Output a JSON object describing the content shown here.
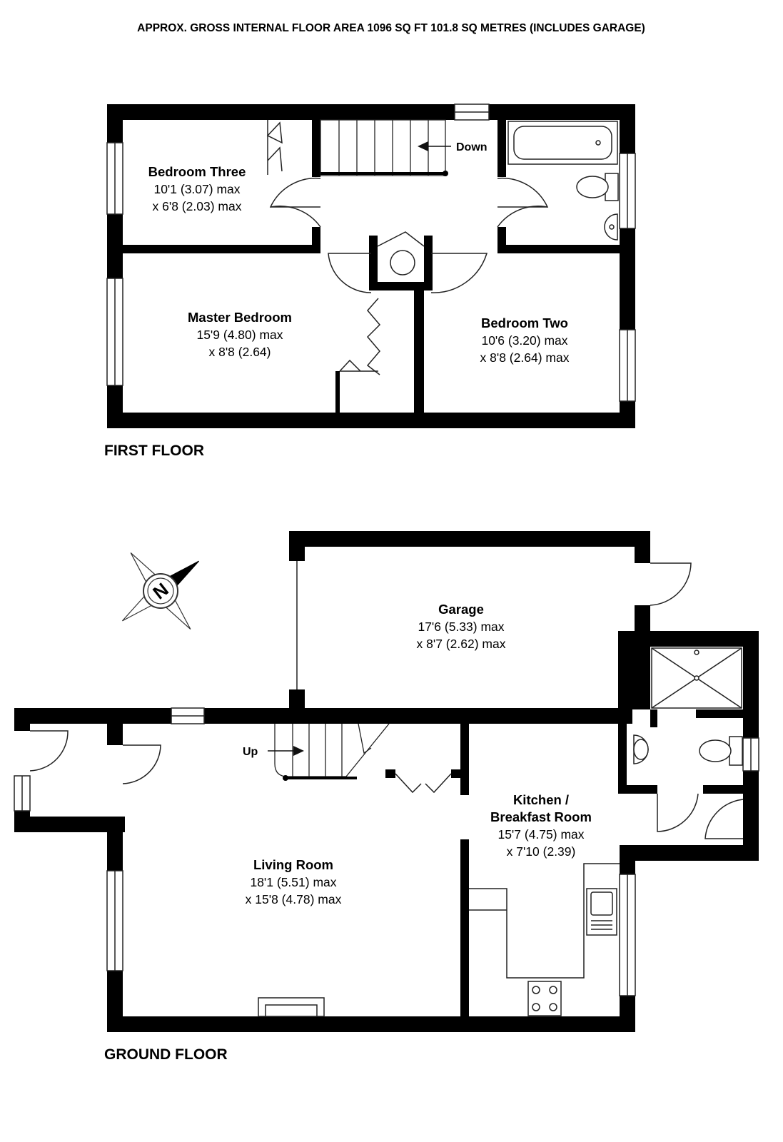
{
  "header": {
    "title": "APPROX. GROSS INTERNAL FLOOR AREA 1096 SQ FT 101.8 SQ METRES (INCLUDES GARAGE)"
  },
  "floors": {
    "first": {
      "label": "FIRST FLOOR",
      "rooms": {
        "bedroom_three": {
          "name": "Bedroom Three",
          "dim1": "10'1 (3.07) max",
          "dim2": "x 6'8 (2.03) max"
        },
        "master_bedroom": {
          "name": "Master Bedroom",
          "dim1": "15'9 (4.80) max",
          "dim2": "x 8'8 (2.64)"
        },
        "bedroom_two": {
          "name": "Bedroom Two",
          "dim1": "10'6 (3.20) max",
          "dim2": "x 8'8 (2.64) max"
        }
      },
      "stairs_label": "Down"
    },
    "ground": {
      "label": "GROUND FLOOR",
      "rooms": {
        "garage": {
          "name": "Garage",
          "dim1": "17'6 (5.33) max",
          "dim2": "x 8'7 (2.62) max"
        },
        "kitchen": {
          "name1": "Kitchen /",
          "name2": "Breakfast Room",
          "dim1": "15'7 (4.75) max",
          "dim2": "x 7'10 (2.39)"
        },
        "living_room": {
          "name": "Living Room",
          "dim1": "18'1 (5.51) max",
          "dim2": "x 15'8 (4.78) max"
        }
      },
      "stairs_label": "Up"
    }
  },
  "compass": {
    "letter": "N",
    "icon": "compass-icon"
  },
  "colors": {
    "wall": "#000000",
    "background": "#ffffff",
    "line": "#222222"
  }
}
